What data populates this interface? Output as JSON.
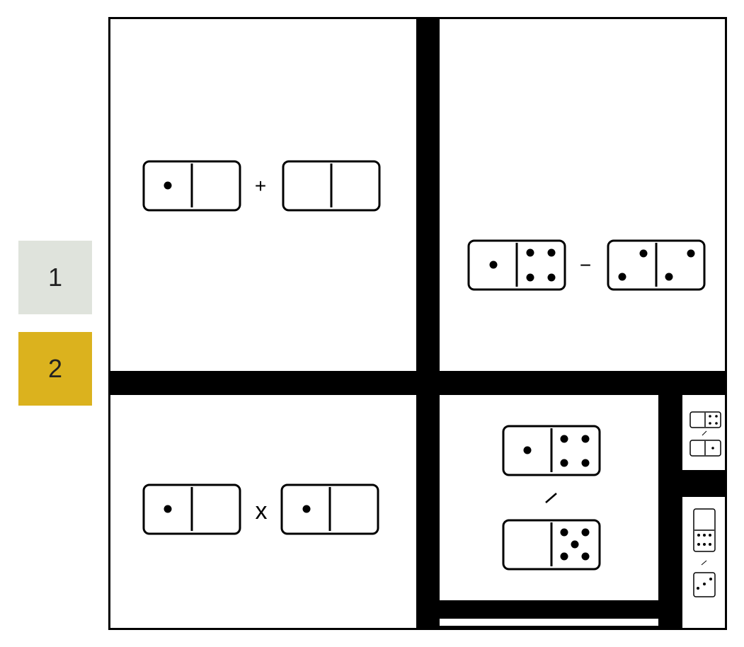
{
  "nav": {
    "buttons": [
      {
        "label": "1",
        "color": "#dfe3dc"
      },
      {
        "label": "2",
        "color": "#dbb21e"
      }
    ]
  },
  "puzzle": {
    "panels": [
      {
        "id": "addition",
        "operator": "+",
        "dominoes": [
          [
            1,
            0
          ],
          [
            0,
            0
          ]
        ]
      },
      {
        "id": "subtraction",
        "operator": "−",
        "dominoes": [
          [
            1,
            4
          ],
          [
            2,
            2
          ]
        ]
      },
      {
        "id": "multiplication",
        "operator": "x",
        "dominoes": [
          [
            1,
            0
          ],
          [
            1,
            0
          ]
        ]
      },
      {
        "id": "division",
        "operator": "/",
        "dominoes": [
          [
            1,
            4
          ],
          [
            0,
            5
          ]
        ]
      },
      {
        "id": "division-small-a",
        "operator": "/",
        "dominoes": [
          [
            0,
            4
          ],
          [
            0,
            1
          ]
        ]
      },
      {
        "id": "division-small-b",
        "operator": "/",
        "dominoes": [
          [
            0,
            6
          ],
          [
            3
          ]
        ]
      }
    ]
  }
}
